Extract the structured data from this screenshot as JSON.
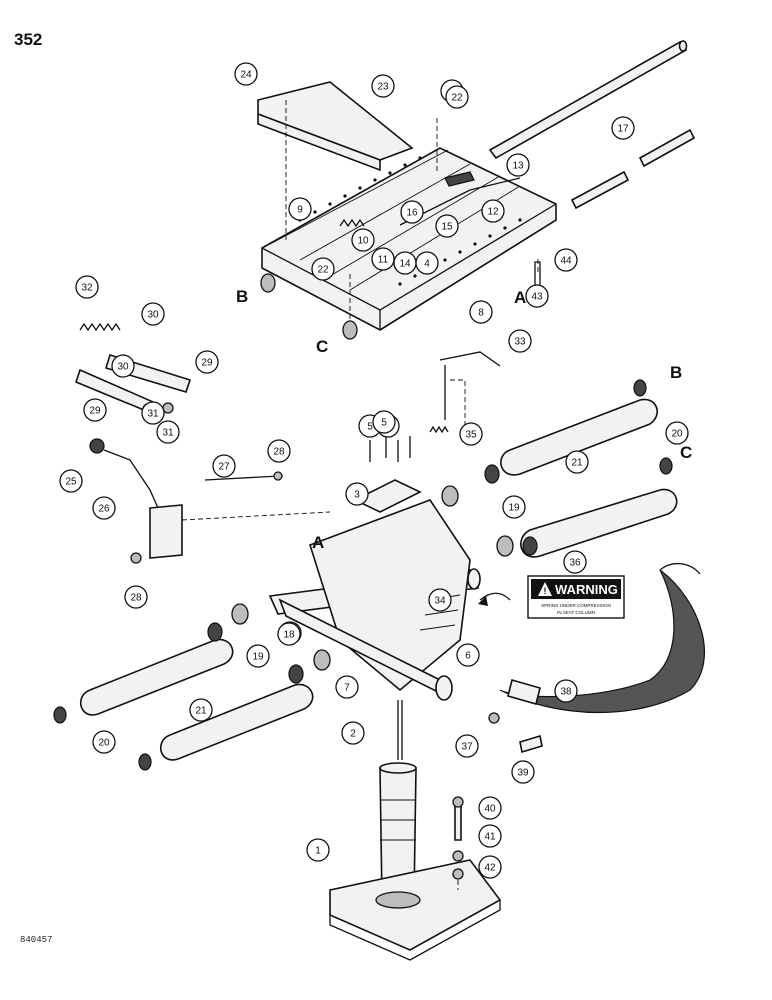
{
  "page_number": "352",
  "figure_code": "840457",
  "reference_letters": [
    "A",
    "B",
    "C"
  ],
  "warning_label": {
    "title": "WARNING",
    "line1": "SPRING UNDER COMPRESSION",
    "line2": "IN SEAT COLUMN"
  },
  "callouts": [
    "1",
    "2",
    "3",
    "4",
    "5",
    "6",
    "7",
    "8",
    "9",
    "10",
    "11",
    "12",
    "13",
    "14",
    "15",
    "16",
    "17",
    "18",
    "19",
    "20",
    "21",
    "22",
    "23",
    "24",
    "25",
    "26",
    "27",
    "28",
    "29",
    "30",
    "31",
    "32",
    "33",
    "34",
    "35",
    "36",
    "37",
    "38",
    "39",
    "40",
    "41",
    "42",
    "43",
    "44"
  ]
}
